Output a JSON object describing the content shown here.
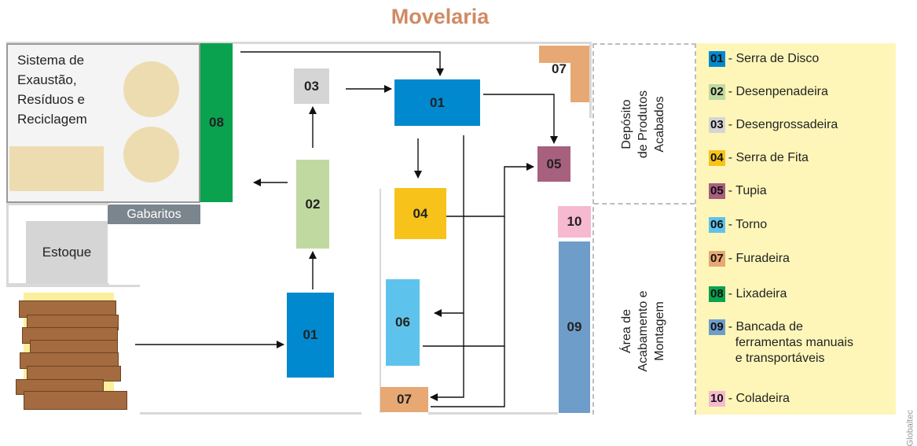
{
  "title": "Movelaria",
  "zones": {
    "exhaust_lines": [
      "Sistema de",
      "Exaustão,",
      "Resíduos e",
      "Reciclagem"
    ],
    "gabaritos": "Gabaritos",
    "stock": "Estoque",
    "depot_lines": [
      "Depósito",
      "de Produtos",
      "Acabados"
    ],
    "finishing_lines": [
      "Área de",
      "Acabamento e",
      "Montagem"
    ]
  },
  "machines": {
    "m01_top": "01",
    "m01_bottom": "01",
    "m02": "02",
    "m03": "03",
    "m04": "04",
    "m05": "05",
    "m06": "06",
    "m07_top": "07",
    "m07_bottom": "07",
    "m08": "08",
    "m09": "09",
    "m10": "10"
  },
  "legend": [
    {
      "code": "01",
      "label": "- Serra de Disco",
      "color": "#0089cf"
    },
    {
      "code": "02",
      "label": "- Desenpenadeira",
      "color": "#c0d9a1"
    },
    {
      "code": "03",
      "label": "- Desengrossadeira",
      "color": "#d5d5d5"
    },
    {
      "code": "04",
      "label": " - Serra de Fita",
      "color": "#f7c31a"
    },
    {
      "code": "05",
      "label": "- Tupia",
      "color": "#a8607f"
    },
    {
      "code": "06",
      "label": "- Torno",
      "color": "#5ec3ec"
    },
    {
      "code": "07",
      "label": "- Furadeira",
      "color": "#e7a873"
    },
    {
      "code": "08",
      "label": "- Lixadeira",
      "color": "#0aa14f"
    },
    {
      "code": "09",
      "label": "- Bancada de",
      "color": "#6f9dca"
    },
    {
      "code": "10",
      "label": "- Coladeira",
      "color": "#f6b9cf"
    }
  ],
  "legend_09_extra": [
    "ferramentas manuais",
    "e transportáveis"
  ],
  "credit": "Globaltec",
  "colors": {
    "m01": "#0089cf",
    "m02": "#c0d9a1",
    "m03": "#d5d5d5",
    "m04": "#f7c31a",
    "m05": "#a8607f",
    "m06": "#5ec3ec",
    "m07": "#e7a873",
    "m08": "#0aa14f",
    "m09": "#6f9dca",
    "m10": "#f6b9cf",
    "title": "#d08a63",
    "legend_bg": "#fdf6b8",
    "wood": "#a36b3f",
    "disk": "#ecdcb0"
  }
}
